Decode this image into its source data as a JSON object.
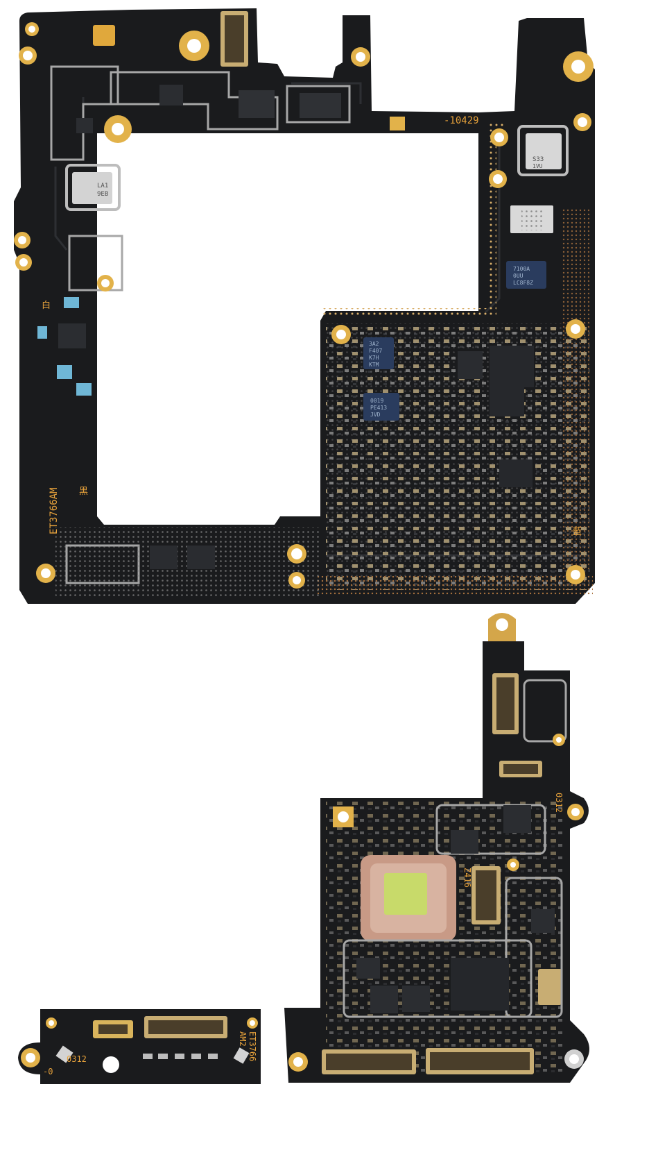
{
  "image": {
    "subject": "Two disassembled smartphone logic board layers and a small sub-board on white background",
    "colors": {
      "background": "#ffffff",
      "pcb": "#1a1b1d",
      "pcb_dark": "#121314",
      "silkscreen": "#e7a23b",
      "gold_pad": "#e2b24a",
      "shield": "#c9c9c9",
      "copper_plate": "#c89a86",
      "thermal_pad": "#c8da6a",
      "blue_component": "#6fb7d6",
      "chip": "#2b2d31"
    }
  },
  "labels": {
    "top_board_code": "-10429",
    "top_board_part": "ET3766AM",
    "top_board_mark_left": "白",
    "top_board_mark_black": "黑",
    "top_board_mark_right": "藍",
    "right_board_code": "0312",
    "right_board_chip": "Z416",
    "small_board_part": "ET3766\nAM2",
    "small_board_code": "0312",
    "small_board_zero": "-0",
    "small_board_part_line1": "ET3766",
    "small_board_part_line2": "AM2"
  },
  "chip_markings": {
    "shield_la1": "LA1",
    "shield_la1_b": "9EB",
    "shield_s33": "S33",
    "shield_s33_b": "1VU",
    "chip_a_l1": "3A2",
    "chip_a_l2": "F407",
    "chip_a_l3": "K7H",
    "chip_a_l4": "KTM",
    "chip_b_l1": "0019",
    "chip_b_l2": "PE413",
    "chip_b_l3": "JVD",
    "chip_c_l1": "7100A",
    "chip_c_l2": "0UU",
    "chip_c_l3": "LC8F8Z"
  }
}
